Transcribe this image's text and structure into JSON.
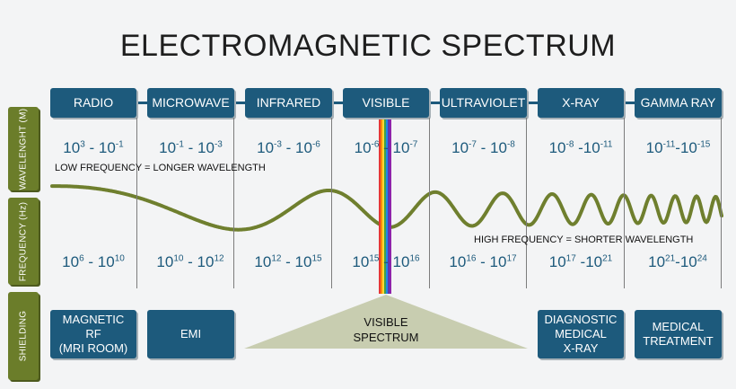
{
  "title": "ELECTROMAGNETIC SPECTRUM",
  "side_labels": {
    "wavelength": "WAVELENGHT (M)",
    "frequency": "FREQUENCY (Hz)",
    "shielding": "SHIELDING"
  },
  "categories": [
    "RADIO",
    "MICROWAVE",
    "INFRARED",
    "VISIBLE",
    "ULTRAVIOLET",
    "X-RAY",
    "GAMMA RAY"
  ],
  "wavelengths": [
    {
      "a_base": "10",
      "a_exp": "3",
      "sep": " - ",
      "b_base": "10",
      "b_exp": "-1"
    },
    {
      "a_base": "10",
      "a_exp": "-1",
      "sep": " - ",
      "b_base": "10",
      "b_exp": "-3"
    },
    {
      "a_base": "10",
      "a_exp": "-3",
      "sep": " - ",
      "b_base": "10",
      "b_exp": "-6"
    },
    {
      "a_base": "10",
      "a_exp": "-6",
      "sep": " - ",
      "b_base": "10",
      "b_exp": "-7"
    },
    {
      "a_base": "10",
      "a_exp": "-7",
      "sep": " - ",
      "b_base": "10",
      "b_exp": "-8"
    },
    {
      "a_base": "10",
      "a_exp": "-8",
      "sep": " -",
      "b_base": "10",
      "b_exp": "-11"
    },
    {
      "a_base": "10",
      "a_exp": "-11",
      "sep": "-",
      "b_base": "10",
      "b_exp": "-15"
    }
  ],
  "frequencies": [
    {
      "a_base": "10",
      "a_exp": "6",
      "sep": " - ",
      "b_base": "10",
      "b_exp": "10"
    },
    {
      "a_base": "10",
      "a_exp": "10",
      "sep": " - ",
      "b_base": "10",
      "b_exp": "12"
    },
    {
      "a_base": "10",
      "a_exp": "12",
      "sep": " - ",
      "b_base": "10",
      "b_exp": "15"
    },
    {
      "a_base": "10",
      "a_exp": "15",
      "sep": " - ",
      "b_base": "10",
      "b_exp": "16"
    },
    {
      "a_base": "10",
      "a_exp": "16",
      "sep": " - ",
      "b_base": "10",
      "b_exp": "17"
    },
    {
      "a_base": "10",
      "a_exp": "17",
      "sep": " -",
      "b_base": "10",
      "b_exp": "21"
    },
    {
      "a_base": "10",
      "a_exp": "21",
      "sep": "-",
      "b_base": "10",
      "b_exp": "24"
    }
  ],
  "notes": {
    "low": "LOW FREQUENCY = LONGER WAVELENGTH",
    "high": "HIGH FREQUENCY = SHORTER WAVELENGTH"
  },
  "shielding": {
    "radio": "MAGNETIC\nRF\n(MRI ROOM)",
    "microwave": "EMI",
    "visible": "VISIBLE\nSPECTRUM",
    "xray": "DIAGNOSTIC\nMEDICAL\nX-RAY",
    "gamma": "MEDICAL\nTREATMENT"
  },
  "colors": {
    "box": "#1d5a7c",
    "side": "#6b7d2a",
    "wave": "#6f7f2e",
    "triangle": "#c8cdb0",
    "value_text": "#1d5a7c"
  },
  "rainbow": [
    "#e53935",
    "#fb8c00",
    "#fdd835",
    "#43a047",
    "#1e88e5",
    "#5e35b1",
    "#8e24aa"
  ]
}
